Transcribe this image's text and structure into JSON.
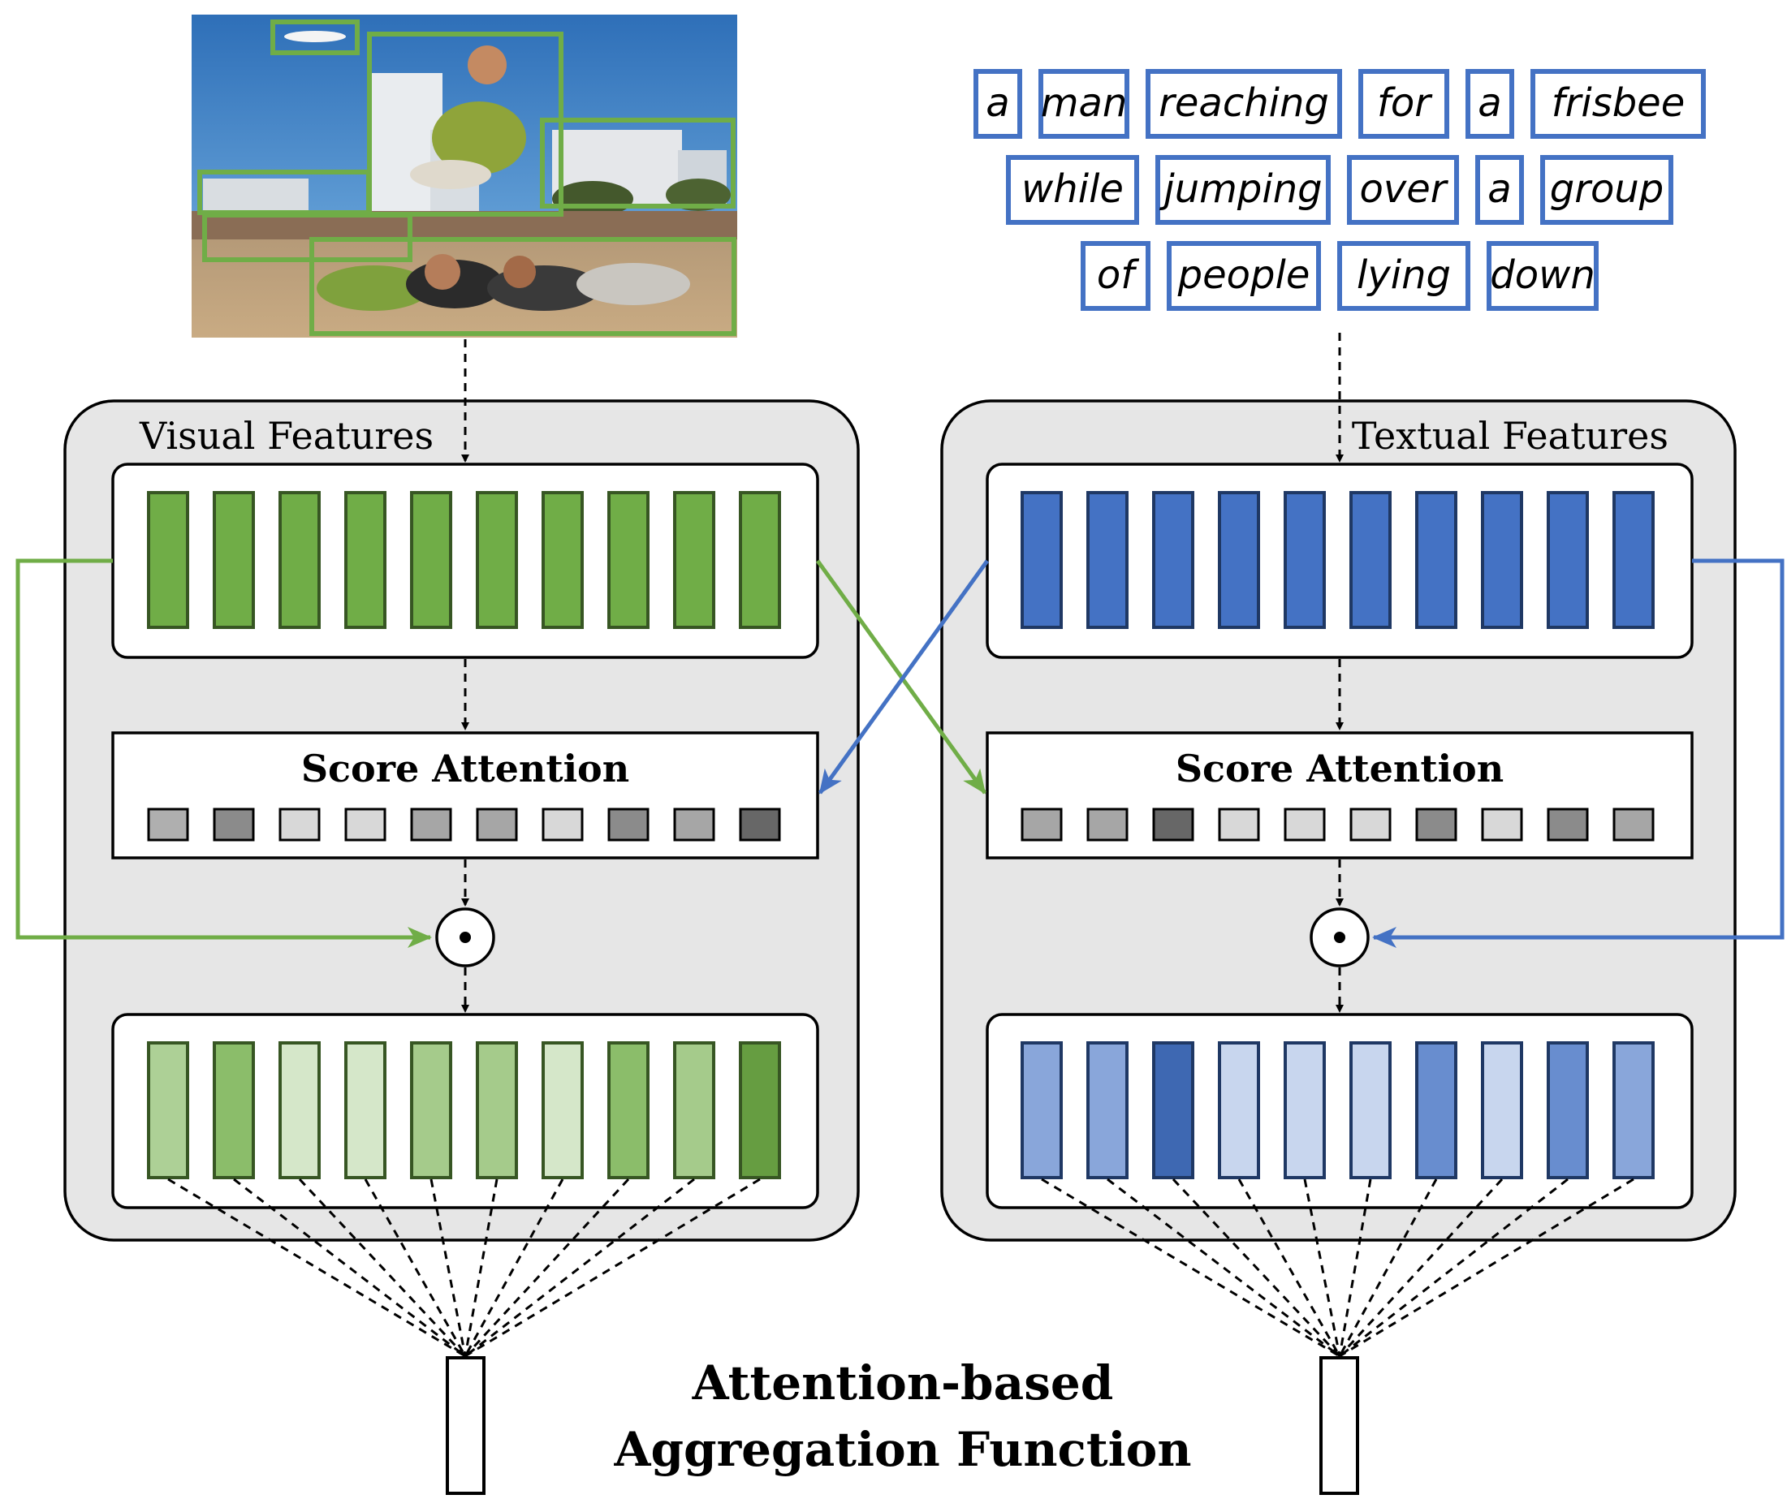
{
  "caption": {
    "line1": "Attention-based",
    "line2": "Aggregation Function"
  },
  "visual": {
    "label": "Visual Features",
    "score_label": "Score Attention",
    "feature_count": 10,
    "scores": [
      0.35,
      0.55,
      0.12,
      0.12,
      0.4,
      0.4,
      0.12,
      0.55,
      0.4,
      0.75
    ]
  },
  "textual": {
    "label": "Textual Features",
    "score_label": "Score Attention",
    "feature_count": 10,
    "scores": [
      0.4,
      0.4,
      0.75,
      0.12,
      0.12,
      0.12,
      0.55,
      0.12,
      0.55,
      0.4
    ]
  },
  "sentence": {
    "rows": [
      [
        "a",
        "man",
        "reaching",
        "for",
        "a",
        "frisbee"
      ],
      [
        "while",
        "jumping",
        "over",
        "a",
        "group"
      ],
      [
        "of",
        "people",
        "lying",
        "down"
      ]
    ]
  },
  "colors": {
    "green_dark": "#3e6a24",
    "green_mid": "#70ad47",
    "green_stroke": "#375623",
    "blue_mid": "#4472c4",
    "blue_stroke": "#1f3864",
    "panel_bg": "#e6e6e6",
    "green_arrow": "#70ad47",
    "blue_arrow": "#4472c4"
  }
}
